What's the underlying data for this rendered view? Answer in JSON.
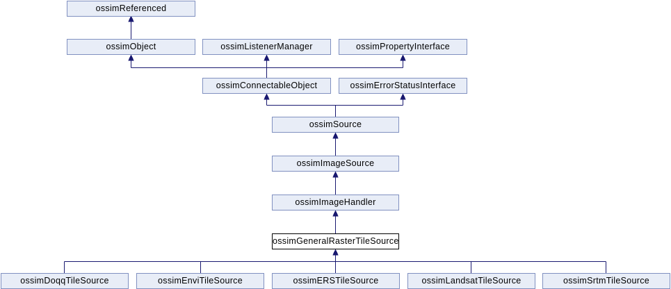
{
  "diagram": {
    "type": "class-inheritance-graph",
    "selected_class": "ossimGeneralRasterTileSource",
    "colors": {
      "node_fill": "#e8edf7",
      "node_border": "#8090c0",
      "selected_node_fill": "#ffffff",
      "selected_node_border": "#000000",
      "edge_color": "#191970",
      "text_color": "#000000",
      "background": "#ffffff"
    },
    "nodes": [
      {
        "label": "ossimReferenced"
      },
      {
        "label": "ossimObject"
      },
      {
        "label": "ossimListenerManager"
      },
      {
        "label": "ossimPropertyInterface"
      },
      {
        "label": "ossimConnectableObject"
      },
      {
        "label": "ossimErrorStatusInterface"
      },
      {
        "label": "ossimSource"
      },
      {
        "label": "ossimImageSource"
      },
      {
        "label": "ossimImageHandler"
      },
      {
        "label": "ossimGeneralRasterTileSource"
      },
      {
        "label": "ossimDoqqTileSource"
      },
      {
        "label": "ossimEnviTileSource"
      },
      {
        "label": "ossimERSTileSource"
      },
      {
        "label": "ossimLandsatTileSource"
      },
      {
        "label": "ossimSrtmTileSource"
      }
    ],
    "edges": [
      {
        "from": "ossimObject",
        "to": "ossimReferenced"
      },
      {
        "from": "ossimConnectableObject",
        "to": "ossimObject"
      },
      {
        "from": "ossimConnectableObject",
        "to": "ossimListenerManager"
      },
      {
        "from": "ossimConnectableObject",
        "to": "ossimPropertyInterface"
      },
      {
        "from": "ossimSource",
        "to": "ossimConnectableObject"
      },
      {
        "from": "ossimSource",
        "to": "ossimErrorStatusInterface"
      },
      {
        "from": "ossimImageSource",
        "to": "ossimSource"
      },
      {
        "from": "ossimImageHandler",
        "to": "ossimImageSource"
      },
      {
        "from": "ossimGeneralRasterTileSource",
        "to": "ossimImageHandler"
      },
      {
        "from": "ossimDoqqTileSource",
        "to": "ossimGeneralRasterTileSource"
      },
      {
        "from": "ossimEnviTileSource",
        "to": "ossimGeneralRasterTileSource"
      },
      {
        "from": "ossimERSTileSource",
        "to": "ossimGeneralRasterTileSource"
      },
      {
        "from": "ossimLandsatTileSource",
        "to": "ossimGeneralRasterTileSource"
      },
      {
        "from": "ossimSrtmTileSource",
        "to": "ossimGeneralRasterTileSource"
      }
    ]
  }
}
